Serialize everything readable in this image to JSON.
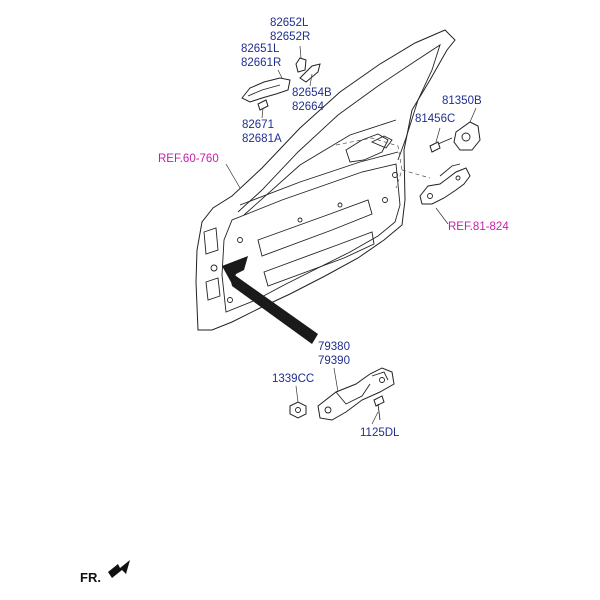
{
  "diagram": {
    "accent_colors": {
      "part_number": "#1f2f8f",
      "reference": "#c81ea8"
    },
    "parts": [
      {
        "id": "handle-cover",
        "numbers": [
          "82652L",
          "82652R"
        ]
      },
      {
        "id": "outside-handle",
        "numbers": [
          "82651L",
          "82661R"
        ]
      },
      {
        "id": "handle-gasket",
        "numbers": [
          "82654B",
          "82664"
        ]
      },
      {
        "id": "handle-pad",
        "numbers": [
          "82671",
          "82681A"
        ]
      },
      {
        "id": "striker-bolt",
        "numbers": [
          "81456C"
        ]
      },
      {
        "id": "door-latch",
        "numbers": [
          "81350B"
        ]
      },
      {
        "id": "door-checker",
        "numbers": [
          "79380",
          "79390"
        ]
      },
      {
        "id": "checker-nut",
        "numbers": [
          "1339CC"
        ]
      },
      {
        "id": "checker-bolt",
        "numbers": [
          "1125DL"
        ]
      }
    ],
    "references": [
      {
        "id": "door-panel-ref",
        "label": "REF.60-760"
      },
      {
        "id": "lock-ref",
        "label": "REF.81-824"
      }
    ],
    "direction_label": "FR."
  }
}
